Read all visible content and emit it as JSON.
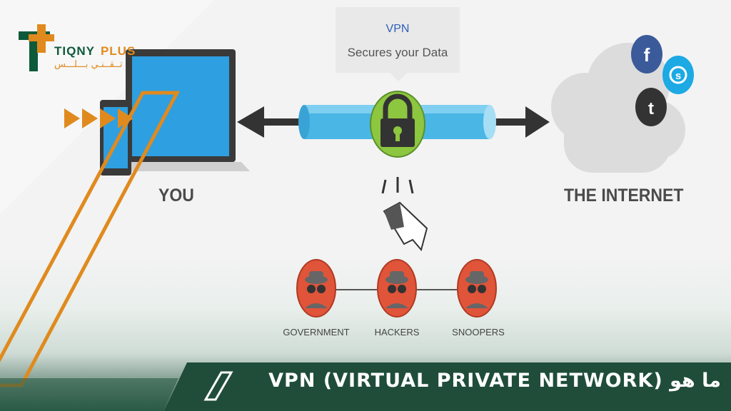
{
  "logo": {
    "name": "TIQNY",
    "name_plus": "PLUS",
    "arabic": "تــقــنـي بـــلـــس"
  },
  "bubble": {
    "title": "VPN",
    "subtitle": "Secures your Data"
  },
  "nodes": {
    "you": "YOU",
    "internet": "THE INTERNET"
  },
  "threats": [
    {
      "label": "GOVERNMENT"
    },
    {
      "label": "HACKERS"
    },
    {
      "label": "SNOOPERS"
    }
  ],
  "social_icons": [
    "facebook-icon",
    "skype-icon",
    "tumblr-icon"
  ],
  "footer": {
    "title": "ما هو VPN (VIRTUAL PRIVATE NETWORK)"
  },
  "colors": {
    "brand_green": "#0d5a3b",
    "brand_orange": "#e08a1e",
    "tunnel_blue": "#49b6e6",
    "lock_green": "#8dc63f",
    "threat_red": "#e0543a",
    "footer_bg": "#1f4d3a"
  }
}
